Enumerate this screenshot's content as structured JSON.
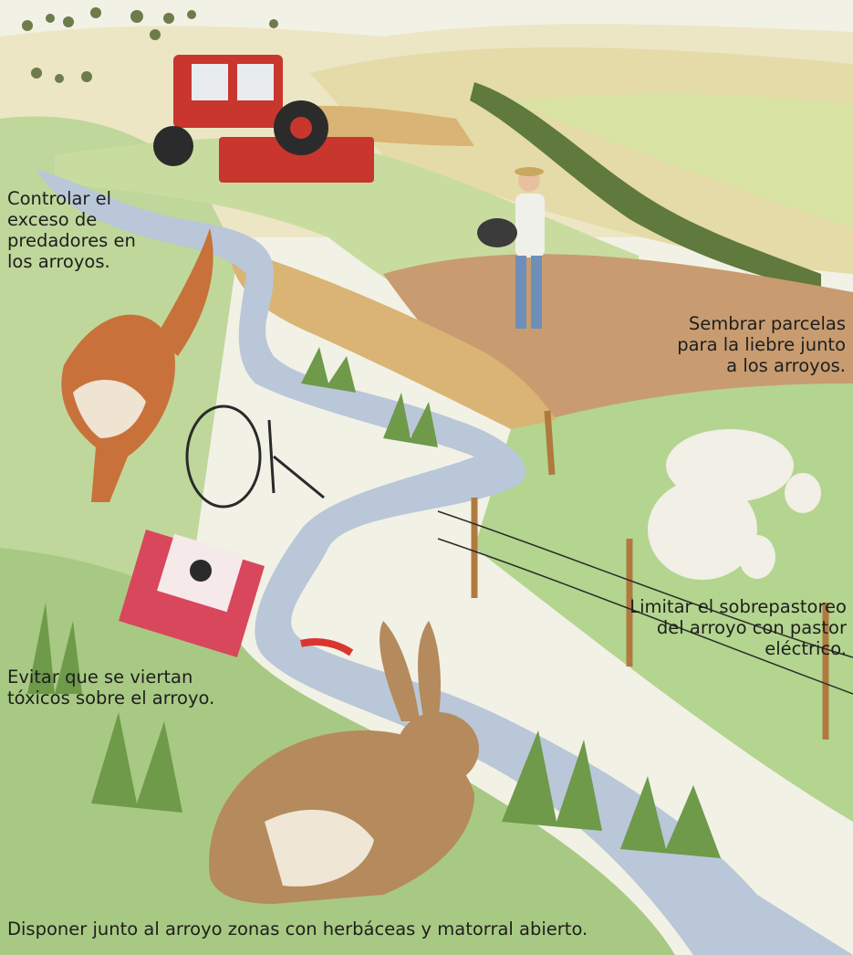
{
  "captions": {
    "predators": [
      "Controlar el",
      "exceso de",
      "predadores en",
      "los arroyos."
    ],
    "sow": [
      "Sembrar parcelas",
      "para la liebre junto",
      "a los arroyos."
    ],
    "graze": [
      "Limitar el sobrepastoreo",
      "del arroyo con pastor",
      "eléctrico."
    ],
    "toxic": [
      "Evitar que se viertan",
      "tóxicos sobre el arroyo."
    ],
    "habitat": [
      "Disponer junto al arroyo zonas con herbáceas y matorral abierto."
    ]
  },
  "colors": {
    "sky": "#f2f1e6",
    "hills": "#e6dfb8",
    "meadow": "#bcd79a",
    "field_plowed": "#c89c70",
    "stream": "#b9c7d8",
    "tractor": "#c8362e",
    "wheat": "#d9b474",
    "fox": "#c9713a",
    "hare": "#b58a5c",
    "sheep": "#f1efe6",
    "canister": "#d9475d",
    "fence_post": "#b07a3f",
    "text": "#1e1e1e"
  }
}
